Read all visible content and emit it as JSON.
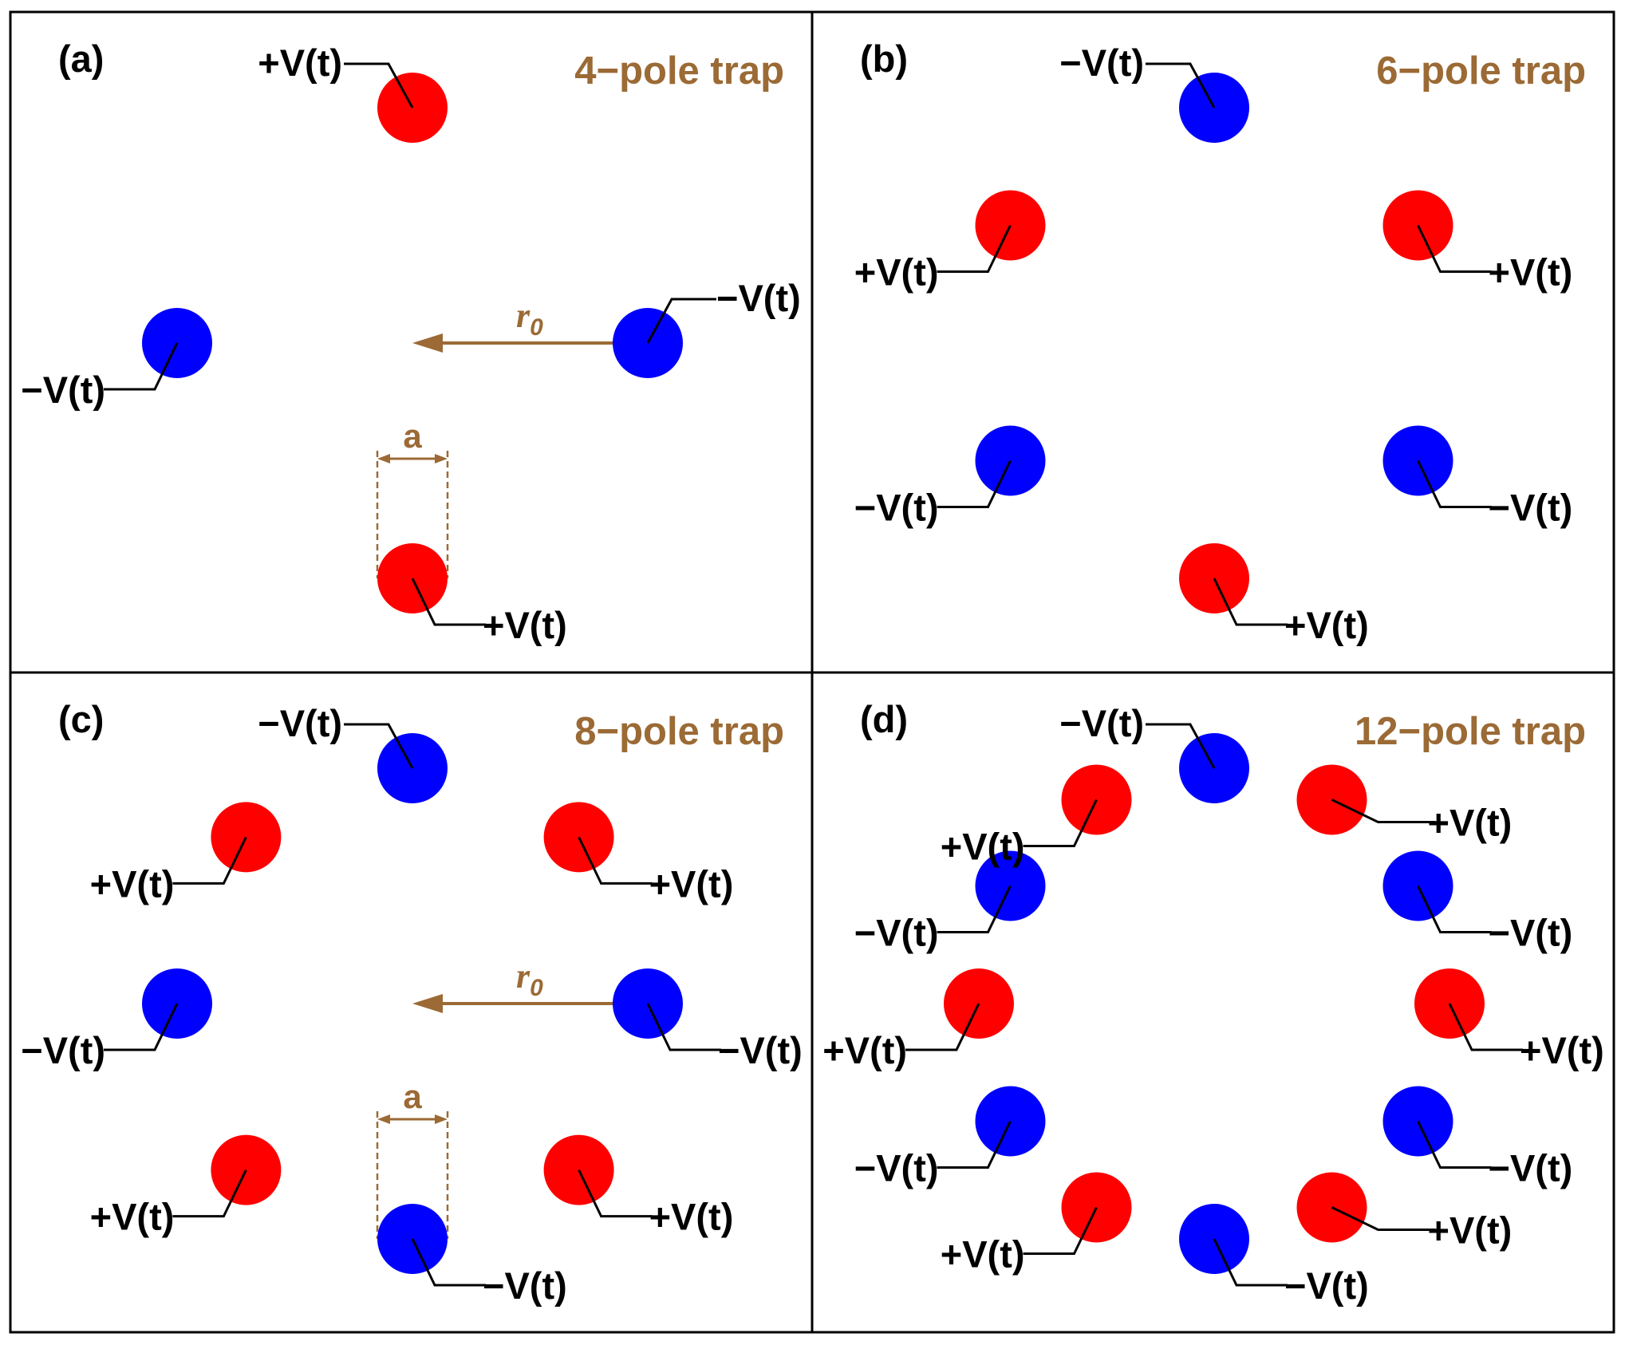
{
  "colors": {
    "positive_rod": "#FF0000",
    "negative_rod": "#0000FF",
    "annotation": "#9B6A35",
    "frame": "#000000"
  },
  "labels": {
    "plus": "+V(t)",
    "minus": "−V(t)",
    "rod_diameter": "a",
    "radius_main": "r",
    "radius_sub": "0"
  },
  "panels": [
    {
      "letter": "(a)",
      "title": "4−pole trap",
      "rods": [
        {
          "polarity": "+",
          "lead": "up-left"
        },
        {
          "polarity": "-",
          "lead": "up-right"
        },
        {
          "polarity": "+",
          "lead": "down-right"
        },
        {
          "polarity": "-",
          "lead": "down-left"
        }
      ]
    },
    {
      "letter": "(b)",
      "title": "6−pole trap",
      "rods": [
        {
          "polarity": "-",
          "lead": "up-left"
        },
        {
          "polarity": "+",
          "lead": "down-right"
        },
        {
          "polarity": "-",
          "lead": "down-right"
        },
        {
          "polarity": "+",
          "lead": "down-right"
        },
        {
          "polarity": "-",
          "lead": "down-left"
        },
        {
          "polarity": "+",
          "lead": "down-left"
        }
      ]
    },
    {
      "letter": "(c)",
      "title": "8−pole trap",
      "rods": [
        {
          "polarity": "-",
          "lead": "up-left"
        },
        {
          "polarity": "+",
          "lead": "down-right"
        },
        {
          "polarity": "-",
          "lead": "down-right"
        },
        {
          "polarity": "+",
          "lead": "down-right"
        },
        {
          "polarity": "-",
          "lead": "down-right"
        },
        {
          "polarity": "+",
          "lead": "down-left"
        },
        {
          "polarity": "-",
          "lead": "down-left"
        },
        {
          "polarity": "+",
          "lead": "down-left"
        }
      ]
    },
    {
      "letter": "(d)",
      "title": "12−pole trap",
      "rods": [
        {
          "polarity": "-",
          "lead": "up-left"
        },
        {
          "polarity": "+",
          "lead": "right"
        },
        {
          "polarity": "-",
          "lead": "down-right"
        },
        {
          "polarity": "+",
          "lead": "down-right"
        },
        {
          "polarity": "-",
          "lead": "down-right"
        },
        {
          "polarity": "+",
          "lead": "right"
        },
        {
          "polarity": "-",
          "lead": "down-right"
        },
        {
          "polarity": "+",
          "lead": "down-left"
        },
        {
          "polarity": "-",
          "lead": "down-left"
        },
        {
          "polarity": "+",
          "lead": "down-left"
        },
        {
          "polarity": "-",
          "lead": "down-left"
        },
        {
          "polarity": "+",
          "lead": "down-left"
        }
      ]
    }
  ]
}
